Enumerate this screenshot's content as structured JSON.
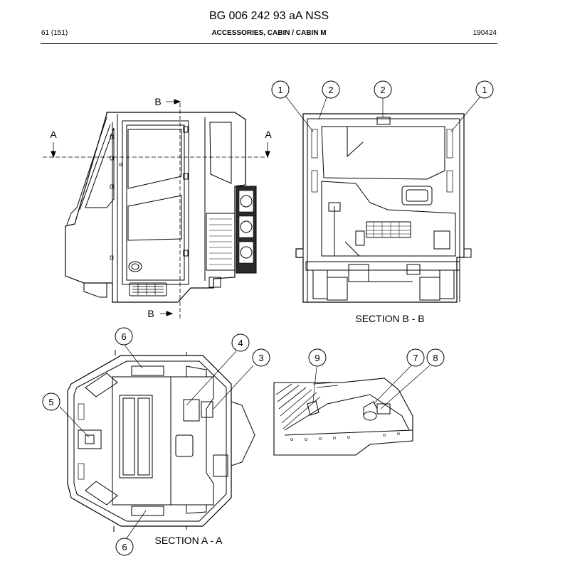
{
  "header": {
    "doc_title": "BG 006 242 93 aA NSS",
    "page": "61 (151)",
    "section_title": "ACCESSORIES, CABIN / CABIN M",
    "date_code": "190424"
  },
  "side_view": {
    "cut_a_left": "A",
    "cut_a_right": "A",
    "cut_b_top": "B",
    "cut_b_bottom": "B"
  },
  "section_bb": {
    "caption": "SECTION  B - B",
    "callouts": [
      "1",
      "2",
      "2",
      "1"
    ]
  },
  "section_aa": {
    "caption": "SECTION  A - A",
    "callouts": [
      "6",
      "4",
      "3",
      "5",
      "6"
    ]
  },
  "detail": {
    "callouts": [
      "9",
      "7",
      "8"
    ]
  }
}
